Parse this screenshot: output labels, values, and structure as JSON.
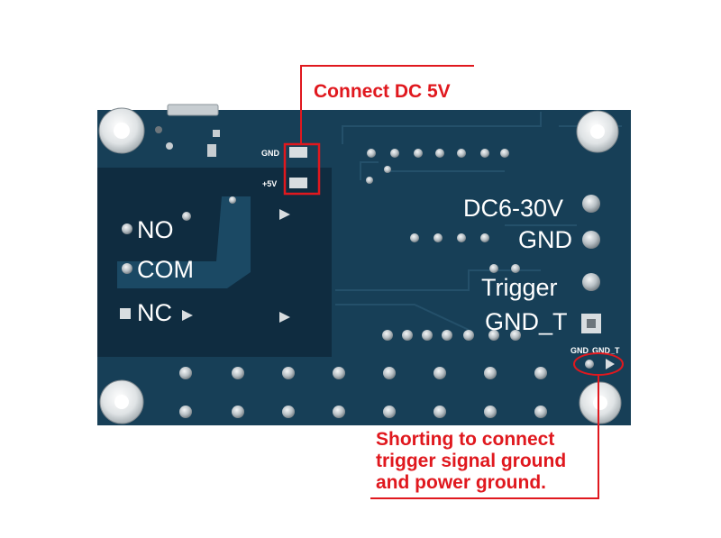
{
  "callouts": {
    "top": "Connect DC 5V",
    "bottom": [
      "Shorting to connect",
      "trigger signal ground",
      "and power ground."
    ]
  },
  "labels": {
    "no": "NO",
    "com": "COM",
    "nc": "NC",
    "dc_in": "DC6-30V",
    "gnd": "GND",
    "trigger": "Trigger",
    "gnd_t": "GND_T",
    "pad_gnd": "GND",
    "pad_5v": "+5V",
    "jumper_gnd": "GND",
    "jumper_gnd_t": "GND_T"
  },
  "colors": {
    "board": "#173f57",
    "relay_zone": "#0f2c40",
    "callout": "#e0181e",
    "silkscreen": "#ffffff"
  }
}
